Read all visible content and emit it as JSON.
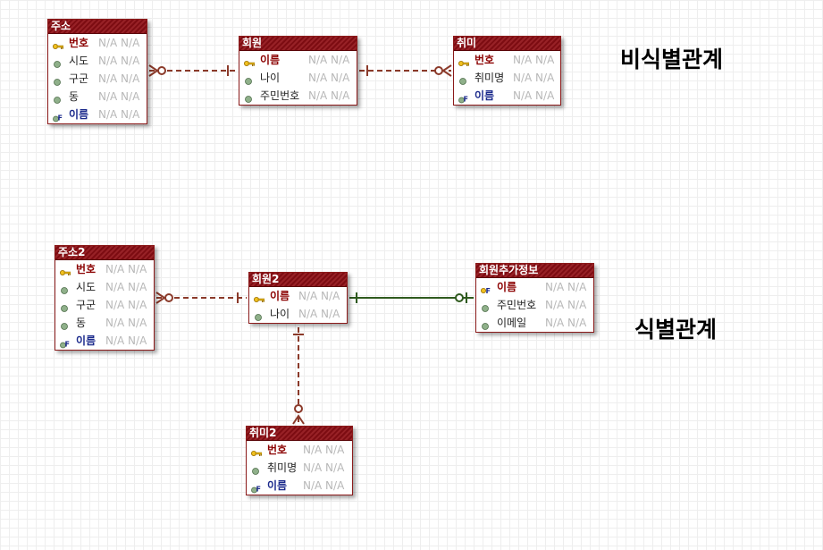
{
  "labels": {
    "non_identifying": "비식별관계",
    "identifying": "식별관계"
  },
  "colors": {
    "header": "#8e0e14",
    "non_identifying_line": "#8b3a2a",
    "identifying_line": "#2f5a1e",
    "pk_text": "#8b0000",
    "fk_text": "#1b2a8c"
  },
  "entities": {
    "juso": {
      "name": "주소",
      "rows": [
        {
          "name": "번호",
          "kind": "pk",
          "icon": "key-icon",
          "type": "N/A N/A"
        },
        {
          "name": "시도",
          "kind": "attr",
          "icon": "attribute-dot-icon",
          "type": "N/A N/A"
        },
        {
          "name": "구군",
          "kind": "attr",
          "icon": "attribute-dot-icon",
          "type": "N/A N/A"
        },
        {
          "name": "동",
          "kind": "attr",
          "icon": "attribute-dot-icon",
          "type": "N/A N/A"
        },
        {
          "name": "이름",
          "kind": "fk",
          "icon": "foreign-key-icon",
          "type": "N/A N/A"
        }
      ]
    },
    "hoewon": {
      "name": "회원",
      "rows": [
        {
          "name": "이름",
          "kind": "pk",
          "icon": "key-icon",
          "type": "N/A N/A"
        },
        {
          "name": "나이",
          "kind": "attr",
          "icon": "attribute-dot-icon",
          "type": "N/A N/A"
        },
        {
          "name": "주민번호",
          "kind": "attr",
          "icon": "attribute-dot-icon",
          "type": "N/A N/A"
        }
      ]
    },
    "chwimi": {
      "name": "취미",
      "rows": [
        {
          "name": "번호",
          "kind": "pk",
          "icon": "key-icon",
          "type": "N/A N/A"
        },
        {
          "name": "취미명",
          "kind": "attr",
          "icon": "attribute-dot-icon",
          "type": "N/A N/A"
        },
        {
          "name": "이름",
          "kind": "fk",
          "icon": "foreign-key-icon",
          "type": "N/A N/A"
        }
      ]
    },
    "juso2": {
      "name": "주소2",
      "rows": [
        {
          "name": "번호",
          "kind": "pk",
          "icon": "key-icon",
          "type": "N/A N/A"
        },
        {
          "name": "시도",
          "kind": "attr",
          "icon": "attribute-dot-icon",
          "type": "N/A N/A"
        },
        {
          "name": "구군",
          "kind": "attr",
          "icon": "attribute-dot-icon",
          "type": "N/A N/A"
        },
        {
          "name": "동",
          "kind": "attr",
          "icon": "attribute-dot-icon",
          "type": "N/A N/A"
        },
        {
          "name": "이름",
          "kind": "fk",
          "icon": "foreign-key-icon",
          "type": "N/A N/A"
        }
      ]
    },
    "hoewon2": {
      "name": "회원2",
      "rows": [
        {
          "name": "이름",
          "kind": "pk",
          "icon": "key-icon",
          "type": "N/A N/A"
        },
        {
          "name": "나이",
          "kind": "attr",
          "icon": "attribute-dot-icon",
          "type": "N/A N/A"
        }
      ]
    },
    "hoewon_extra": {
      "name": "회원추가정보",
      "rows": [
        {
          "name": "이름",
          "kind": "pfk",
          "icon": "primary-foreign-key-icon",
          "type": "N/A N/A"
        },
        {
          "name": "주민번호",
          "kind": "attr",
          "icon": "attribute-dot-icon",
          "type": "N/A N/A"
        },
        {
          "name": "이메일",
          "kind": "attr",
          "icon": "attribute-dot-icon",
          "type": "N/A N/A"
        }
      ]
    },
    "chwimi2": {
      "name": "취미2",
      "rows": [
        {
          "name": "번호",
          "kind": "pk",
          "icon": "key-icon",
          "type": "N/A N/A"
        },
        {
          "name": "취미명",
          "kind": "attr",
          "icon": "attribute-dot-icon",
          "type": "N/A N/A"
        },
        {
          "name": "이름",
          "kind": "fk",
          "icon": "foreign-key-icon",
          "type": "N/A N/A"
        }
      ]
    }
  },
  "relationships": [
    {
      "from": "juso",
      "to": "hoewon",
      "style": "non-identifying",
      "end_from": "zero-or-many",
      "end_to": "one"
    },
    {
      "from": "hoewon",
      "to": "chwimi",
      "style": "non-identifying",
      "end_from": "one",
      "end_to": "zero-or-many"
    },
    {
      "from": "juso2",
      "to": "hoewon2",
      "style": "non-identifying",
      "end_from": "zero-or-many",
      "end_to": "one"
    },
    {
      "from": "hoewon2",
      "to": "hoewon_extra",
      "style": "identifying",
      "end_from": "one",
      "end_to": "zero-or-one"
    },
    {
      "from": "hoewon2",
      "to": "chwimi2",
      "style": "non-identifying",
      "end_from": "one",
      "end_to": "zero-or-many"
    }
  ]
}
